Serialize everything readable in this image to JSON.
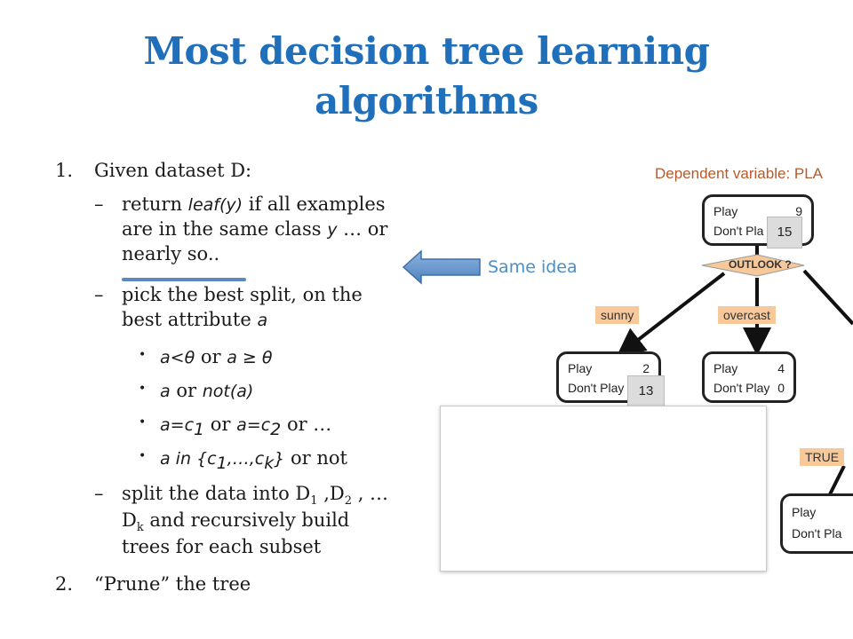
{
  "title": {
    "line1": "Most decision tree learning",
    "line2": "algorithms"
  },
  "steps": {
    "s1_num": "1.",
    "s1_text": "Given dataset D:",
    "d1_l1_a": "return ",
    "d1_l1_it": "leaf(y)",
    "d1_l1_b": " if all examples",
    "d1_l2_a": "are in the same class ",
    "d1_l2_it": "y",
    "d1_l2_b": "  … or",
    "d1_l3": "nearly so..",
    "d2_l1": "pick the best split, on the",
    "d2_l2_a": "best attribute ",
    "d2_l2_it": "a",
    "b1_a": "a<θ",
    "b1_or": "  or  ",
    "b1_b": "a ≥ θ",
    "b2_a": "a",
    "b2_or": "  or  ",
    "b2_b": "not(a)",
    "b3_a": "a=c",
    "b3_sub1": "1",
    "b3_or": "  or  ",
    "b3_b": "a=c",
    "b3_sub2": "2",
    "b3_c": "  or  …",
    "b4_a": "a in {c",
    "b4_sub1": "1",
    "b4_b": ",…,c",
    "b4_subk": "k",
    "b4_c": "}",
    "b4_d": "  or not",
    "d3_l1_a": "split the data into D",
    "d3_l1_sub1": "1",
    "d3_l1_b": " ,D",
    "d3_l1_sub2": "2",
    "d3_l1_c": " , …",
    "d3_l2_a": "D",
    "d3_l2_subk": "k",
    "d3_l2_b": " and recursively build",
    "d3_l3": "trees for each subset",
    "s2_num": "2.",
    "s2_text": "“Prune” the tree"
  },
  "same_idea": "Same idea",
  "tree": {
    "dependent_label": "Dependent variable: PLA",
    "root": {
      "play": "Play",
      "play_val": "9",
      "dont": "Don't Pla"
    },
    "outlook": "OUTLOOK ?",
    "sunny": "sunny",
    "overcast": "overcast",
    "left": {
      "play": "Play",
      "play_val": "2",
      "dont": "Don't Play"
    },
    "middle": {
      "play": "Play",
      "play_val": "4",
      "dont": "Don't Play",
      "dont_val": "0"
    },
    "true_tag": "TRUE",
    "bottom": {
      "play": "Play",
      "dont": "Don't Pla"
    },
    "page_15": "15",
    "page_13": "13"
  },
  "colors": {
    "title": "#1f6fba",
    "accent": "#4a8fc9",
    "tag": "#f7c89a"
  }
}
